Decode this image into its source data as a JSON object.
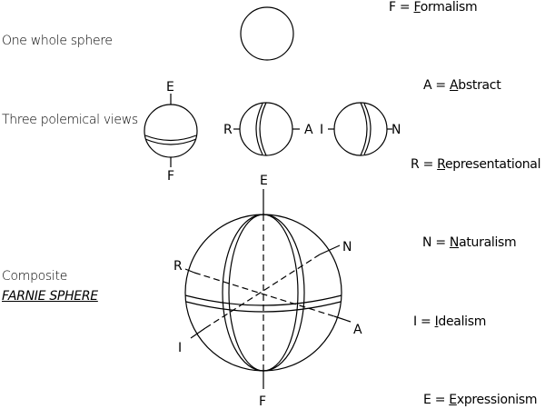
{
  "labels": {
    "one_whole": "One whole sphere",
    "three_views": "Three polemical views",
    "composite": "Composite",
    "farnie": "FARNIE SPHERE"
  },
  "legend": [
    {
      "key": "F = ",
      "initial": "F",
      "rest": "ormalism"
    },
    {
      "key": "A = ",
      "initial": "A",
      "rest": "bstract"
    },
    {
      "key": "R = ",
      "initial": "R",
      "rest": "epresentational"
    },
    {
      "key": "N = ",
      "initial": "N",
      "rest": "aturalism"
    },
    {
      "key": "I = ",
      "initial": "I",
      "rest": "dealism"
    },
    {
      "key": "E = ",
      "initial": "E",
      "rest": "xpressionism"
    }
  ],
  "axes": {
    "e": "E",
    "f": "F",
    "r": "R",
    "a": "A",
    "i": "I",
    "n": "N"
  }
}
